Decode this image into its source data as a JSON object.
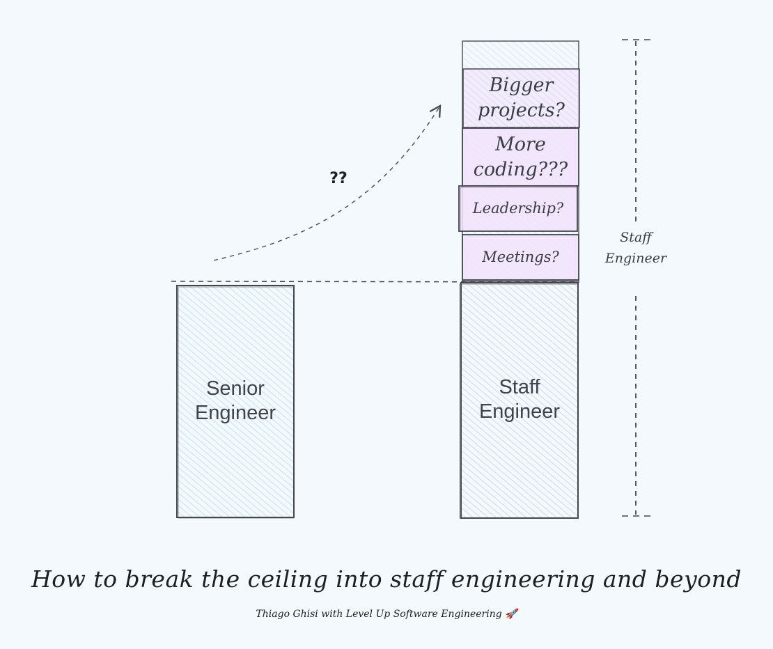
{
  "diagram": {
    "boxes": {
      "senior": {
        "line1": "Senior",
        "line2": "Engineer"
      },
      "staff": {
        "line1": "Staff",
        "line2": "Engineer"
      }
    },
    "options": [
      {
        "lines": [
          "Bigger",
          "projects?"
        ]
      },
      {
        "lines": [
          "More",
          "coding???"
        ]
      },
      {
        "lines": [
          "Leadership?"
        ]
      },
      {
        "lines": [
          "Meetings?"
        ]
      }
    ],
    "question_marks": "??",
    "span_label": {
      "line1": "Staff",
      "line2": "Engineer"
    },
    "title": "How to break the ceiling into staff engineering and beyond",
    "subtitle": "Thiago Ghisi with Level Up Software Engineering 🚀"
  },
  "colors": {
    "background": "#f4f9fe",
    "stroke": "#45474d",
    "senior_hatch": "#a9d6ee",
    "staff_hatch": "#cdbbee",
    "option_fill": "#f0e3fa"
  }
}
